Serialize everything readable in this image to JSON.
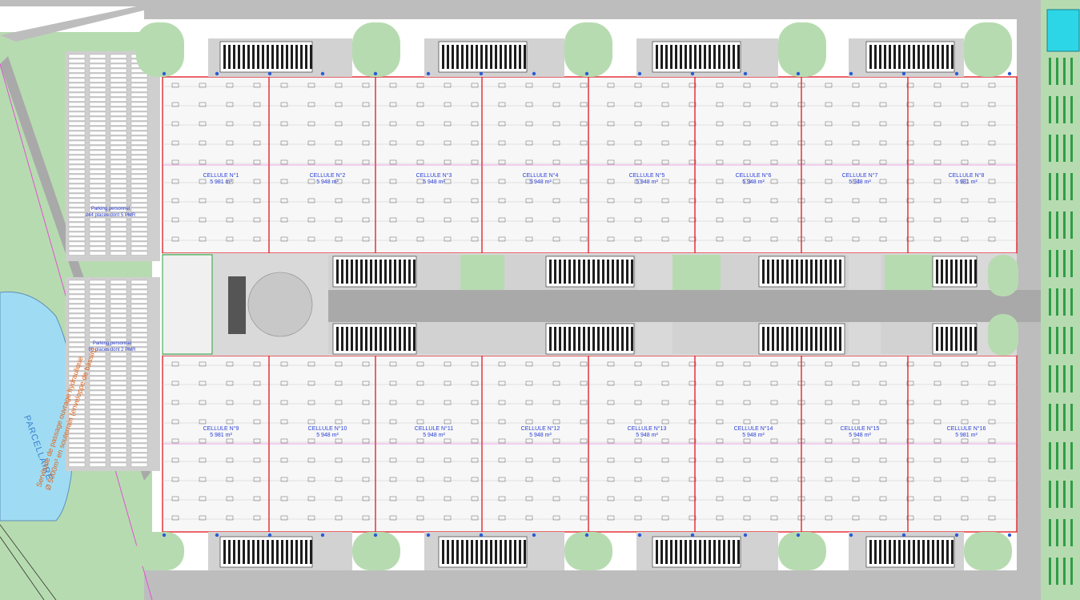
{
  "plan": {
    "cells_top": [
      {
        "name": "CELLULE N°1",
        "area": "5 981 m²"
      },
      {
        "name": "CELLULE N°2",
        "area": "5 948 m²"
      },
      {
        "name": "CELLULE N°3",
        "area": "5 948 m²"
      },
      {
        "name": "CELLULE N°4",
        "area": "5 948 m²"
      },
      {
        "name": "CELLULE N°5",
        "area": "5 948 m²"
      },
      {
        "name": "CELLULE N°6",
        "area": "5 948 m²"
      },
      {
        "name": "CELLULE N°7",
        "area": "5 948 m²"
      },
      {
        "name": "CELLULE N°8",
        "area": "5 981 m²"
      }
    ],
    "cells_bottom": [
      {
        "name": "CELLULE N°9",
        "area": "5 981 m²"
      },
      {
        "name": "CELLULE N°10",
        "area": "5 948 m²"
      },
      {
        "name": "CELLULE N°11",
        "area": "5 948 m²"
      },
      {
        "name": "CELLULE N°12",
        "area": "5 948 m²"
      },
      {
        "name": "CELLULE N°13",
        "area": "5 948 m²"
      },
      {
        "name": "CELLULE N°14",
        "area": "5 948 m²"
      },
      {
        "name": "CELLULE N°15",
        "area": "5 948 m²"
      },
      {
        "name": "CELLULE N°16",
        "area": "5 981 m²"
      }
    ],
    "parking_1": {
      "line1": "Parking personnel",
      "line2": "244 places dont 5 PMR"
    },
    "parking_2": {
      "line1": "Parking personnel",
      "line2": "90 places dont 2 PMR"
    },
    "servitude": {
      "line1": "Servitude de passage ouvrage hydraulique",
      "line2": "Ø 5000m³ en souterrain (enveloppe de bassin)"
    },
    "pond_label": "PARCELLAIRE",
    "colors": {
      "green": "#b7dbb0",
      "road": "#a9a9a9",
      "apron": "#d2d2d2",
      "wall": "#e3262d",
      "label": "#2a3fd6",
      "water": "#9fdcf3",
      "pink": "#e252d4"
    }
  }
}
